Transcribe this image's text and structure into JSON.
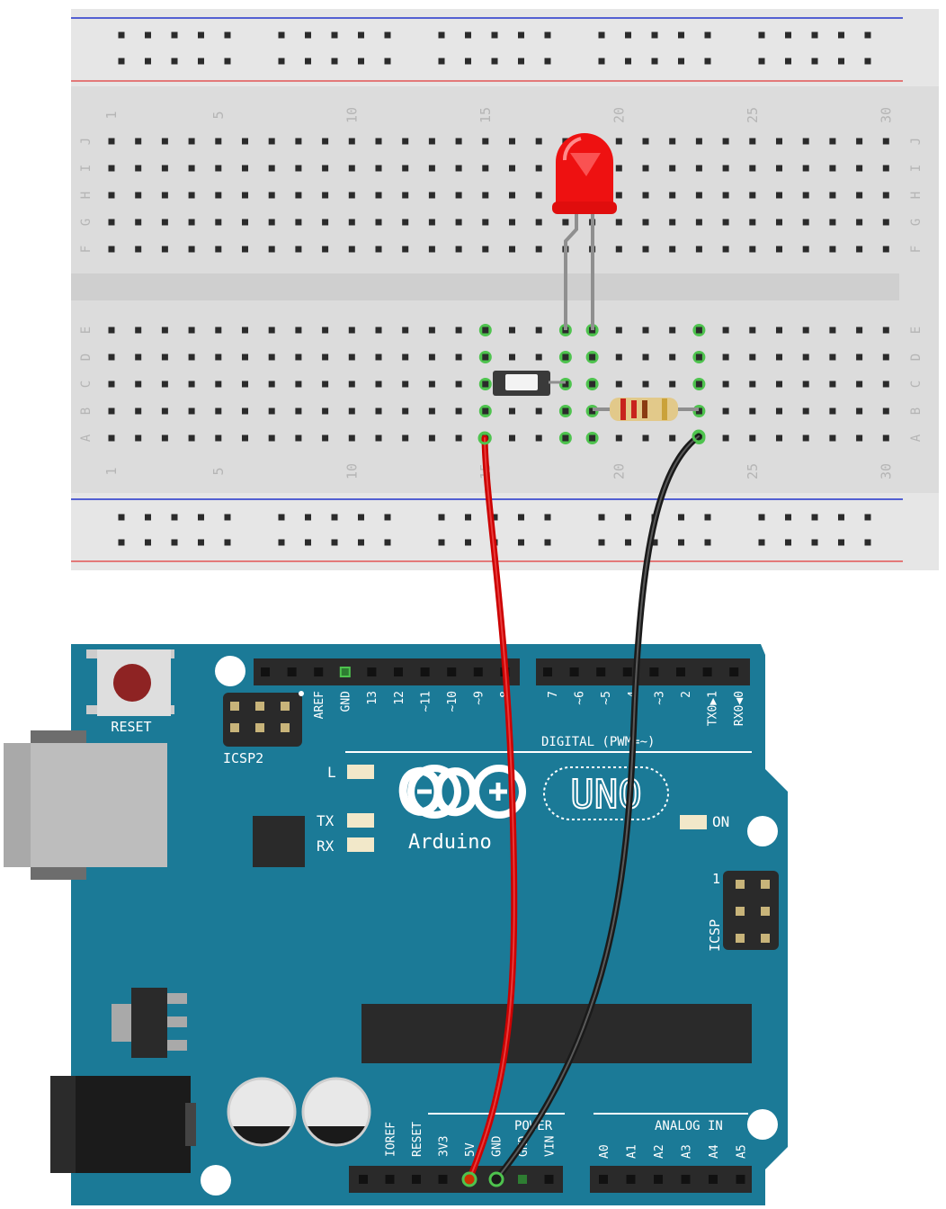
{
  "breadboard": {
    "column_numbers": [
      "1",
      "5",
      "10",
      "15",
      "20",
      "25",
      "30"
    ],
    "row_letters_top": [
      "J",
      "I",
      "H",
      "G",
      "F"
    ],
    "row_letters_bottom": [
      "E",
      "D",
      "C",
      "B",
      "A"
    ]
  },
  "arduino": {
    "reset_label": "RESET",
    "icsp2_label": "ICSP2",
    "icsp_label": "ICSP",
    "icsp_pin1_label": "1",
    "l_label": "L",
    "tx_label": "TX",
    "rx_label": "RX",
    "on_label": "ON",
    "logo_text": "Arduino",
    "uno_text": "UNO",
    "digital_label": "DIGITAL (PWM=~)",
    "power_label": "POWER",
    "analog_label": "ANALOG IN",
    "digital_pins": [
      "AREF",
      "GND",
      "13",
      "12",
      "~11",
      "~10",
      "~9",
      "8",
      "7",
      "~6",
      "~5",
      "4",
      "~3",
      "2",
      "TX0▶1",
      "RX0◀0"
    ],
    "power_pins": [
      "IOREF",
      "RESET",
      "3V3",
      "5V",
      "GND",
      "GND",
      "VIN"
    ],
    "analog_pins": [
      "A0",
      "A1",
      "A2",
      "A3",
      "A4",
      "A5"
    ]
  },
  "colors": {
    "board_blue": "#1b7a97",
    "breadboard_gray": "#dcdcdc",
    "wire_red": "#cc0000",
    "wire_black": "#1a1a1a",
    "led_red": "#ee1111",
    "active_hole_green": "#4ec34e"
  }
}
